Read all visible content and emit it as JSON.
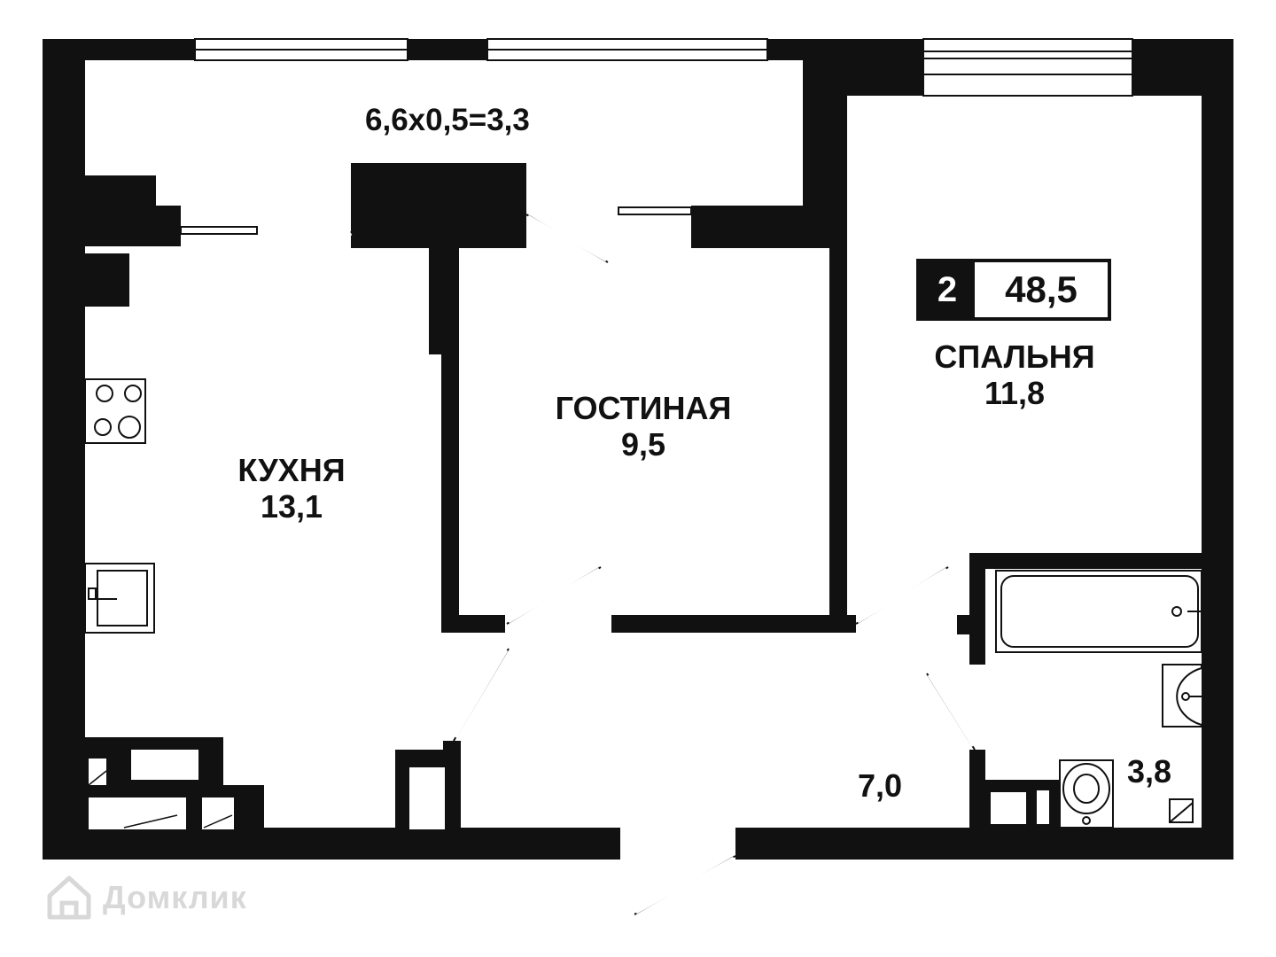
{
  "balcony": {
    "label": "6,6х0,5=3,3"
  },
  "kitchen": {
    "name": "КУХНЯ",
    "area": "13,1"
  },
  "living": {
    "name": "ГОСТИНАЯ",
    "area": "9,5"
  },
  "bedroom": {
    "name": "СПАЛЬНЯ",
    "area": "11,8"
  },
  "hall": {
    "area": "7,0"
  },
  "bathroom": {
    "area": "3,8"
  },
  "badge": {
    "rooms": "2",
    "total_area": "48,5"
  },
  "watermark": {
    "text": "Домклик",
    "icon": "house-logo-icon"
  },
  "colors": {
    "wall": "#111111",
    "background": "#ffffff",
    "watermark": "#d8d8d8"
  }
}
